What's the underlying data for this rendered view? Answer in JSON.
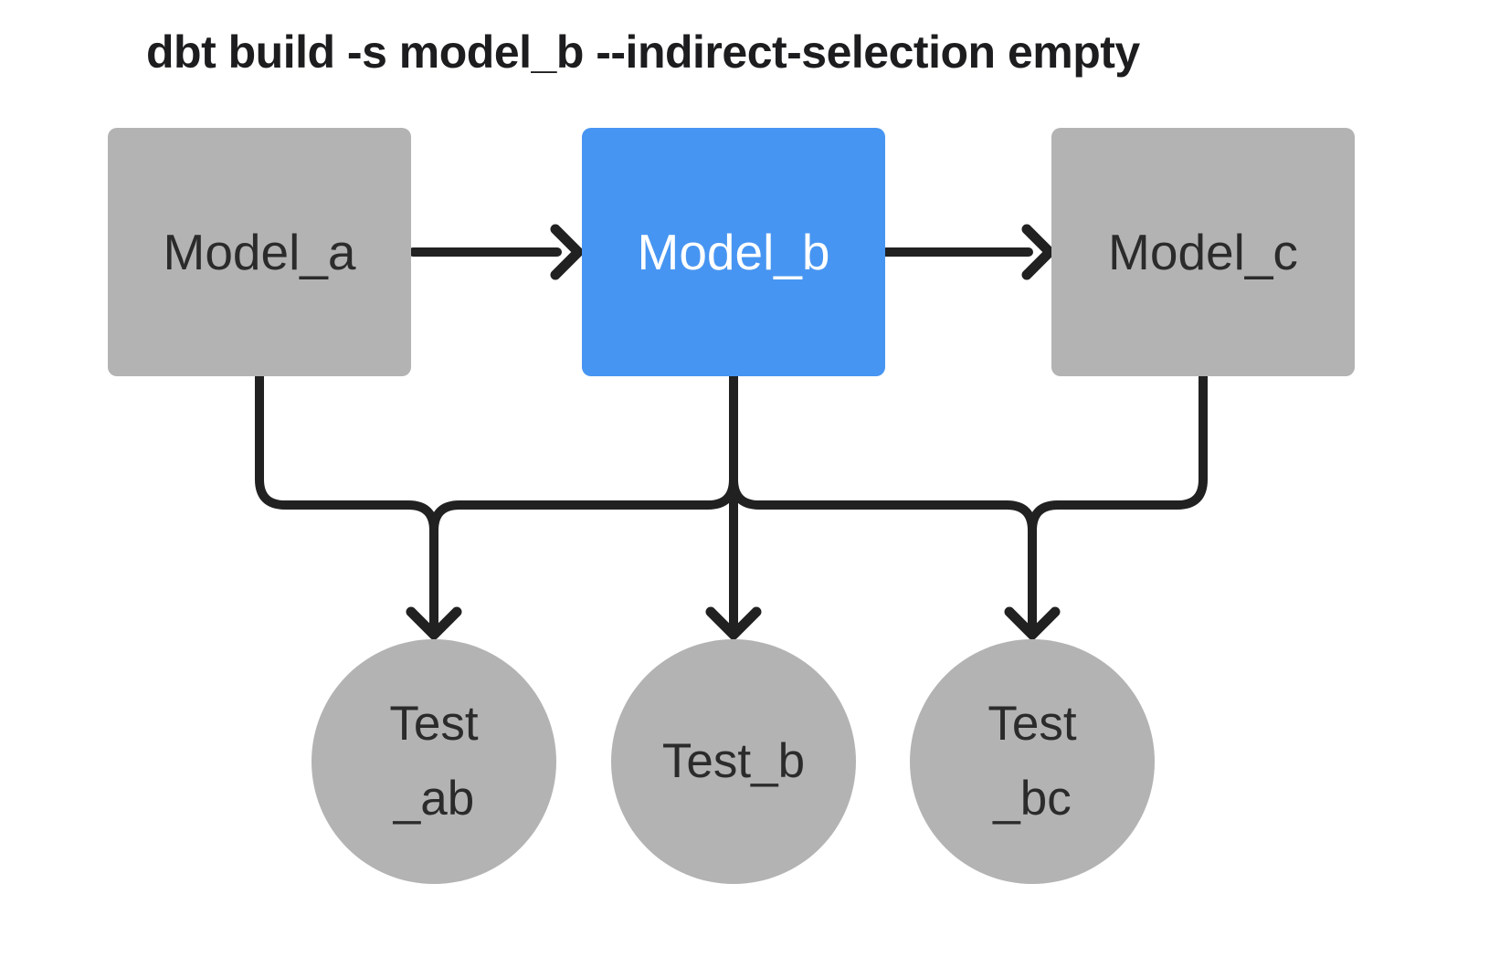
{
  "title": "dbt build -s model_b --indirect-selection empty",
  "colors": {
    "background": "#ffffff",
    "node-gray": "#b3b3b3",
    "node-selected-blue": "#4795f2",
    "edge-black": "#212121",
    "title-text": "#1d1d1f",
    "node-text-dark": "#2b2b2b",
    "node-text-light": "#ffffff"
  },
  "nodes": {
    "model_a": {
      "label": "Model_a",
      "kind": "model",
      "selected": false
    },
    "model_b": {
      "label": "Model_b",
      "kind": "model",
      "selected": true
    },
    "model_c": {
      "label": "Model_c",
      "kind": "model",
      "selected": false
    },
    "test_ab": {
      "line1": "Test",
      "line2": "_ab",
      "kind": "test"
    },
    "test_b": {
      "line1": "Test_b",
      "kind": "test"
    },
    "test_bc": {
      "line1": "Test",
      "line2": "_bc",
      "kind": "test"
    }
  },
  "edges": [
    {
      "from": "model_a",
      "to": "model_b"
    },
    {
      "from": "model_b",
      "to": "model_c"
    },
    {
      "from": "model_a",
      "to": "test_ab"
    },
    {
      "from": "model_b",
      "to": "test_ab"
    },
    {
      "from": "model_b",
      "to": "test_b"
    },
    {
      "from": "model_b",
      "to": "test_bc"
    },
    {
      "from": "model_c",
      "to": "test_bc"
    }
  ]
}
